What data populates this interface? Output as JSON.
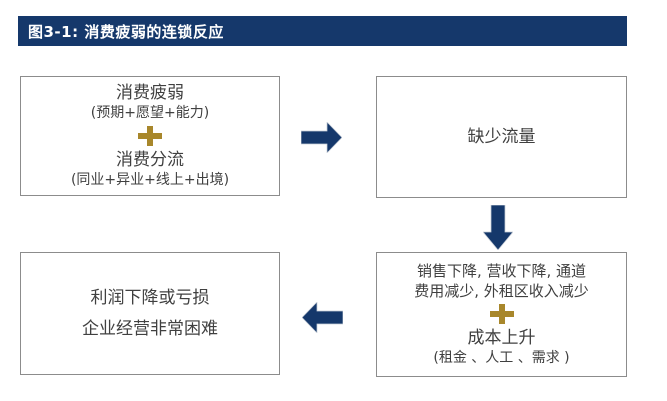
{
  "header": {
    "title": "图3-1: 消费疲弱的连锁反应"
  },
  "boxes": {
    "consumption": {
      "title": "消费疲弱",
      "subtitle": "(预期+愿望+能力)",
      "title2": "消费分流",
      "subtitle2": "(同业+异业+线上+出境)"
    },
    "traffic": {
      "title": "缺少流量"
    },
    "decline": {
      "line1": "销售下降, 营收下降, 通道",
      "line2": "费用减少, 外租区收入减少",
      "title2": "成本上升",
      "subtitle2": "(租金 、人工 、需求 )"
    },
    "profit": {
      "line1": "利润下降或亏损",
      "line2": "企业经营非常困难"
    }
  },
  "icons": {
    "plus": "plus-icon",
    "arrow_right": "arrow-right-icon",
    "arrow_down": "arrow-down-icon",
    "arrow_left": "arrow-left-icon"
  },
  "colors": {
    "navy": "#15386B",
    "gold": "#A8872B",
    "box_border": "#8C8C8C",
    "text": "#404040",
    "title_text": "#FFFFFF",
    "background": "#FFFFFF"
  }
}
